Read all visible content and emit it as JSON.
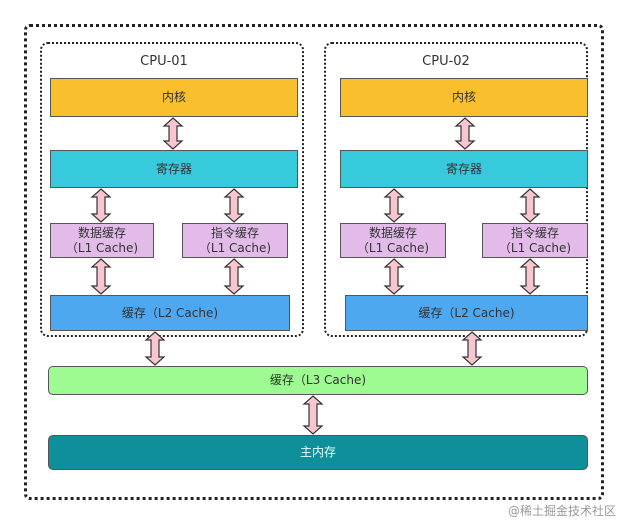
{
  "cpus": [
    {
      "title": "CPU-01",
      "core": "内核",
      "register": "寄存器",
      "data_cache": [
        "数据缓存",
        "（L1 Cache)"
      ],
      "instr_cache": [
        "指令缓存",
        "（L1 Cache)"
      ],
      "l2": "缓存（L2 Cache)"
    },
    {
      "title": "CPU-02",
      "core": "内核",
      "register": "寄存器",
      "data_cache": [
        "数据缓存",
        "（L1 Cache)"
      ],
      "instr_cache": [
        "指令缓存",
        "（L1 Cache)"
      ],
      "l2": "缓存（L2 Cache)"
    }
  ],
  "l3": "缓存（L3 Cache)",
  "main_memory": "主内存",
  "watermark": "@稀土掘金技术社区",
  "colors": {
    "core": "#f9bf2c",
    "register": "#37c9dc",
    "l1": "#e2bbe9",
    "l2": "#4ea8f0",
    "l3": "#9dfb91",
    "main_memory": "#0f8f99",
    "arrow_fill": "#f8c6cf"
  }
}
